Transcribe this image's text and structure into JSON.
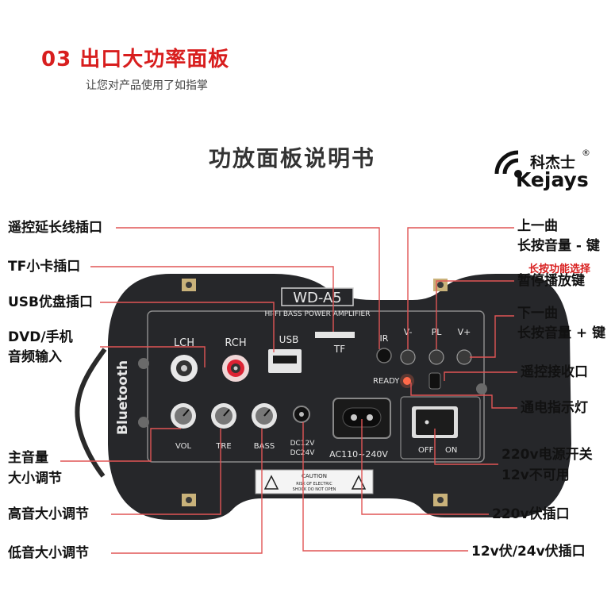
{
  "header": {
    "section_title": "03  出口大功率面板",
    "section_subtitle": "让您对产品使用了如指掌",
    "main_title": "功放面板说明书"
  },
  "brand": {
    "name_cn": "科杰士",
    "name_en": "Kejays",
    "reg": "®"
  },
  "panel": {
    "model": "WD-A5",
    "subtitle": "HI-FI  BASS POWER AMPLIFIER",
    "side_label": "Bluetooth",
    "lch": "LCH",
    "rch": "RCH",
    "usb": "USB",
    "tf": "TF",
    "ir": "IR",
    "v_minus": "V-",
    "pl": "PL",
    "v_plus": "V+",
    "ready": "READY",
    "vol": "VOL",
    "tre": "TRE",
    "bass": "BASS",
    "dc1": "DC12V",
    "dc2": "DC24V",
    "ac": "AC110~240V",
    "off": "OFF",
    "on": "ON",
    "caution_title": "CAUTION",
    "caution_l1": "RISK OF ELECTRIC",
    "caution_l2": "SHOCK DO NOT OPEN"
  },
  "labels": {
    "remote_ext": "遥控延长线插口",
    "tf_slot": "TF小卡插口",
    "usb_slot": "USB优盘插口",
    "dvd_l1": "DVD/手机",
    "dvd_l2": "音频输入",
    "main_vol_l1": "主音量",
    "main_vol_l2": "大小调节",
    "treble": "高音大小调节",
    "bass": "低音大小调节",
    "prev_l1": "上一曲",
    "prev_l2": "长按音量 - 键",
    "long_press_note": "长按功能选择",
    "pause": "暂停播放键",
    "next_l1": "下一曲",
    "next_l2": "长按音量 + 键",
    "ir_receiver": "遥控接收口",
    "power_led": "通电指示灯",
    "switch_l1": "220v电源开关",
    "switch_l2": "12v不可用",
    "ac_socket": "220v伏插口",
    "dc_socket": "12v伏/24v伏插口"
  }
}
